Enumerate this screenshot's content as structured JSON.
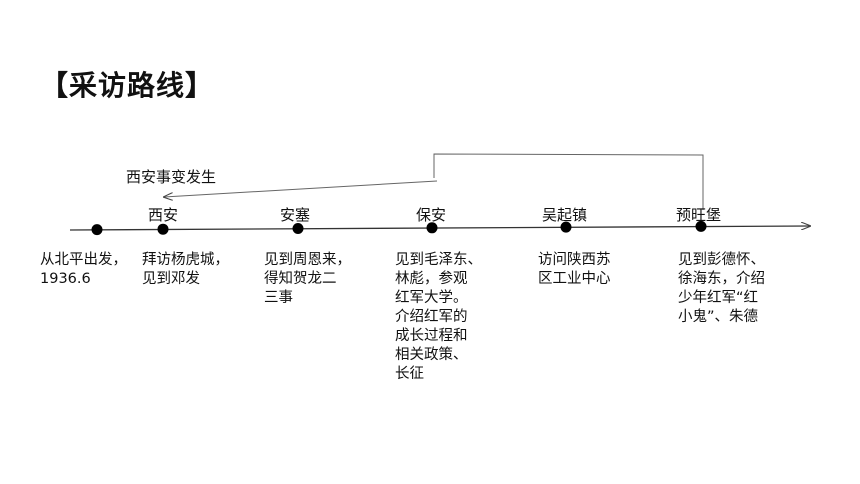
{
  "title": "【采访路线】",
  "event_label": "西安事变发生",
  "stations": [
    {
      "name": "",
      "desc": [
        "从北平出发，",
        "1936.6"
      ]
    },
    {
      "name": "西安",
      "desc": [
        "拜访杨虎城，",
        "见到邓发"
      ]
    },
    {
      "name": "安塞",
      "desc": [
        "见到周恩来，",
        "得知贺龙二",
        "三事"
      ]
    },
    {
      "name": "保安",
      "desc": [
        "见到毛泽东、",
        "林彪，参观",
        "红军大学。",
        "介绍红军的",
        "成长过程和",
        "相关政策、",
        "长征"
      ]
    },
    {
      "name": "吴起镇",
      "desc": [
        "访问陕西苏",
        "区工业中心"
      ]
    },
    {
      "name": "预旺堡",
      "desc": [
        "见到彭德怀、",
        "徐海东，介绍",
        "少年红军“红",
        "小鬼”、朱德"
      ]
    }
  ]
}
